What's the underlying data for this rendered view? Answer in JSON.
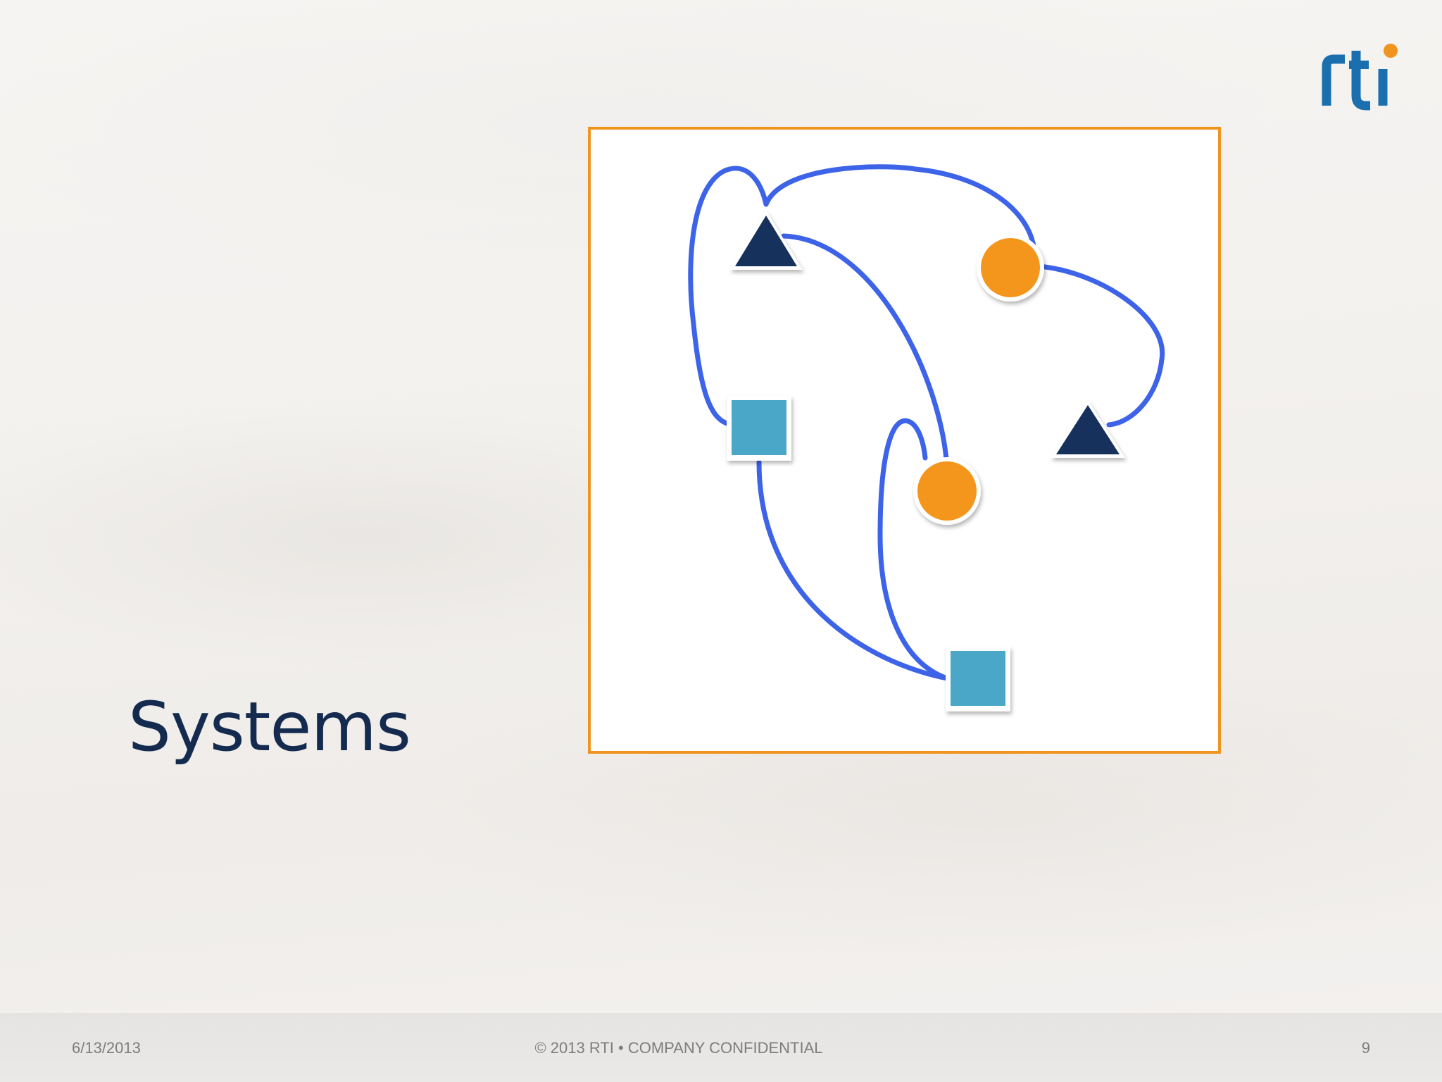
{
  "slide": {
    "title": "Systems"
  },
  "logo": {
    "text": "rti",
    "colors": {
      "letters": "#1b6fae",
      "dot": "#f0941f"
    }
  },
  "diagram": {
    "frame_color": "#f0941f",
    "edge_color": "#3d63e8",
    "nodes": [
      {
        "id": "triangle-1",
        "shape": "triangle",
        "color": "#17335c"
      },
      {
        "id": "circle-1",
        "shape": "circle",
        "color": "#f5961f"
      },
      {
        "id": "square-1",
        "shape": "square",
        "color": "#4ba7c8"
      },
      {
        "id": "triangle-2",
        "shape": "triangle",
        "color": "#17335c"
      },
      {
        "id": "circle-2",
        "shape": "circle",
        "color": "#f5961f"
      },
      {
        "id": "square-2",
        "shape": "square",
        "color": "#4ba7c8"
      }
    ],
    "edges": [
      {
        "from": "triangle-1",
        "to": "circle-1"
      },
      {
        "from": "triangle-1",
        "to": "square-1"
      },
      {
        "from": "triangle-1",
        "to": "circle-2"
      },
      {
        "from": "circle-1",
        "to": "triangle-2"
      },
      {
        "from": "square-1",
        "to": "square-2"
      },
      {
        "from": "circle-2",
        "to": "square-2"
      }
    ]
  },
  "footer": {
    "date": "6/13/2013",
    "center": "© 2013 RTI • COMPANY CONFIDENTIAL",
    "page": "9"
  }
}
